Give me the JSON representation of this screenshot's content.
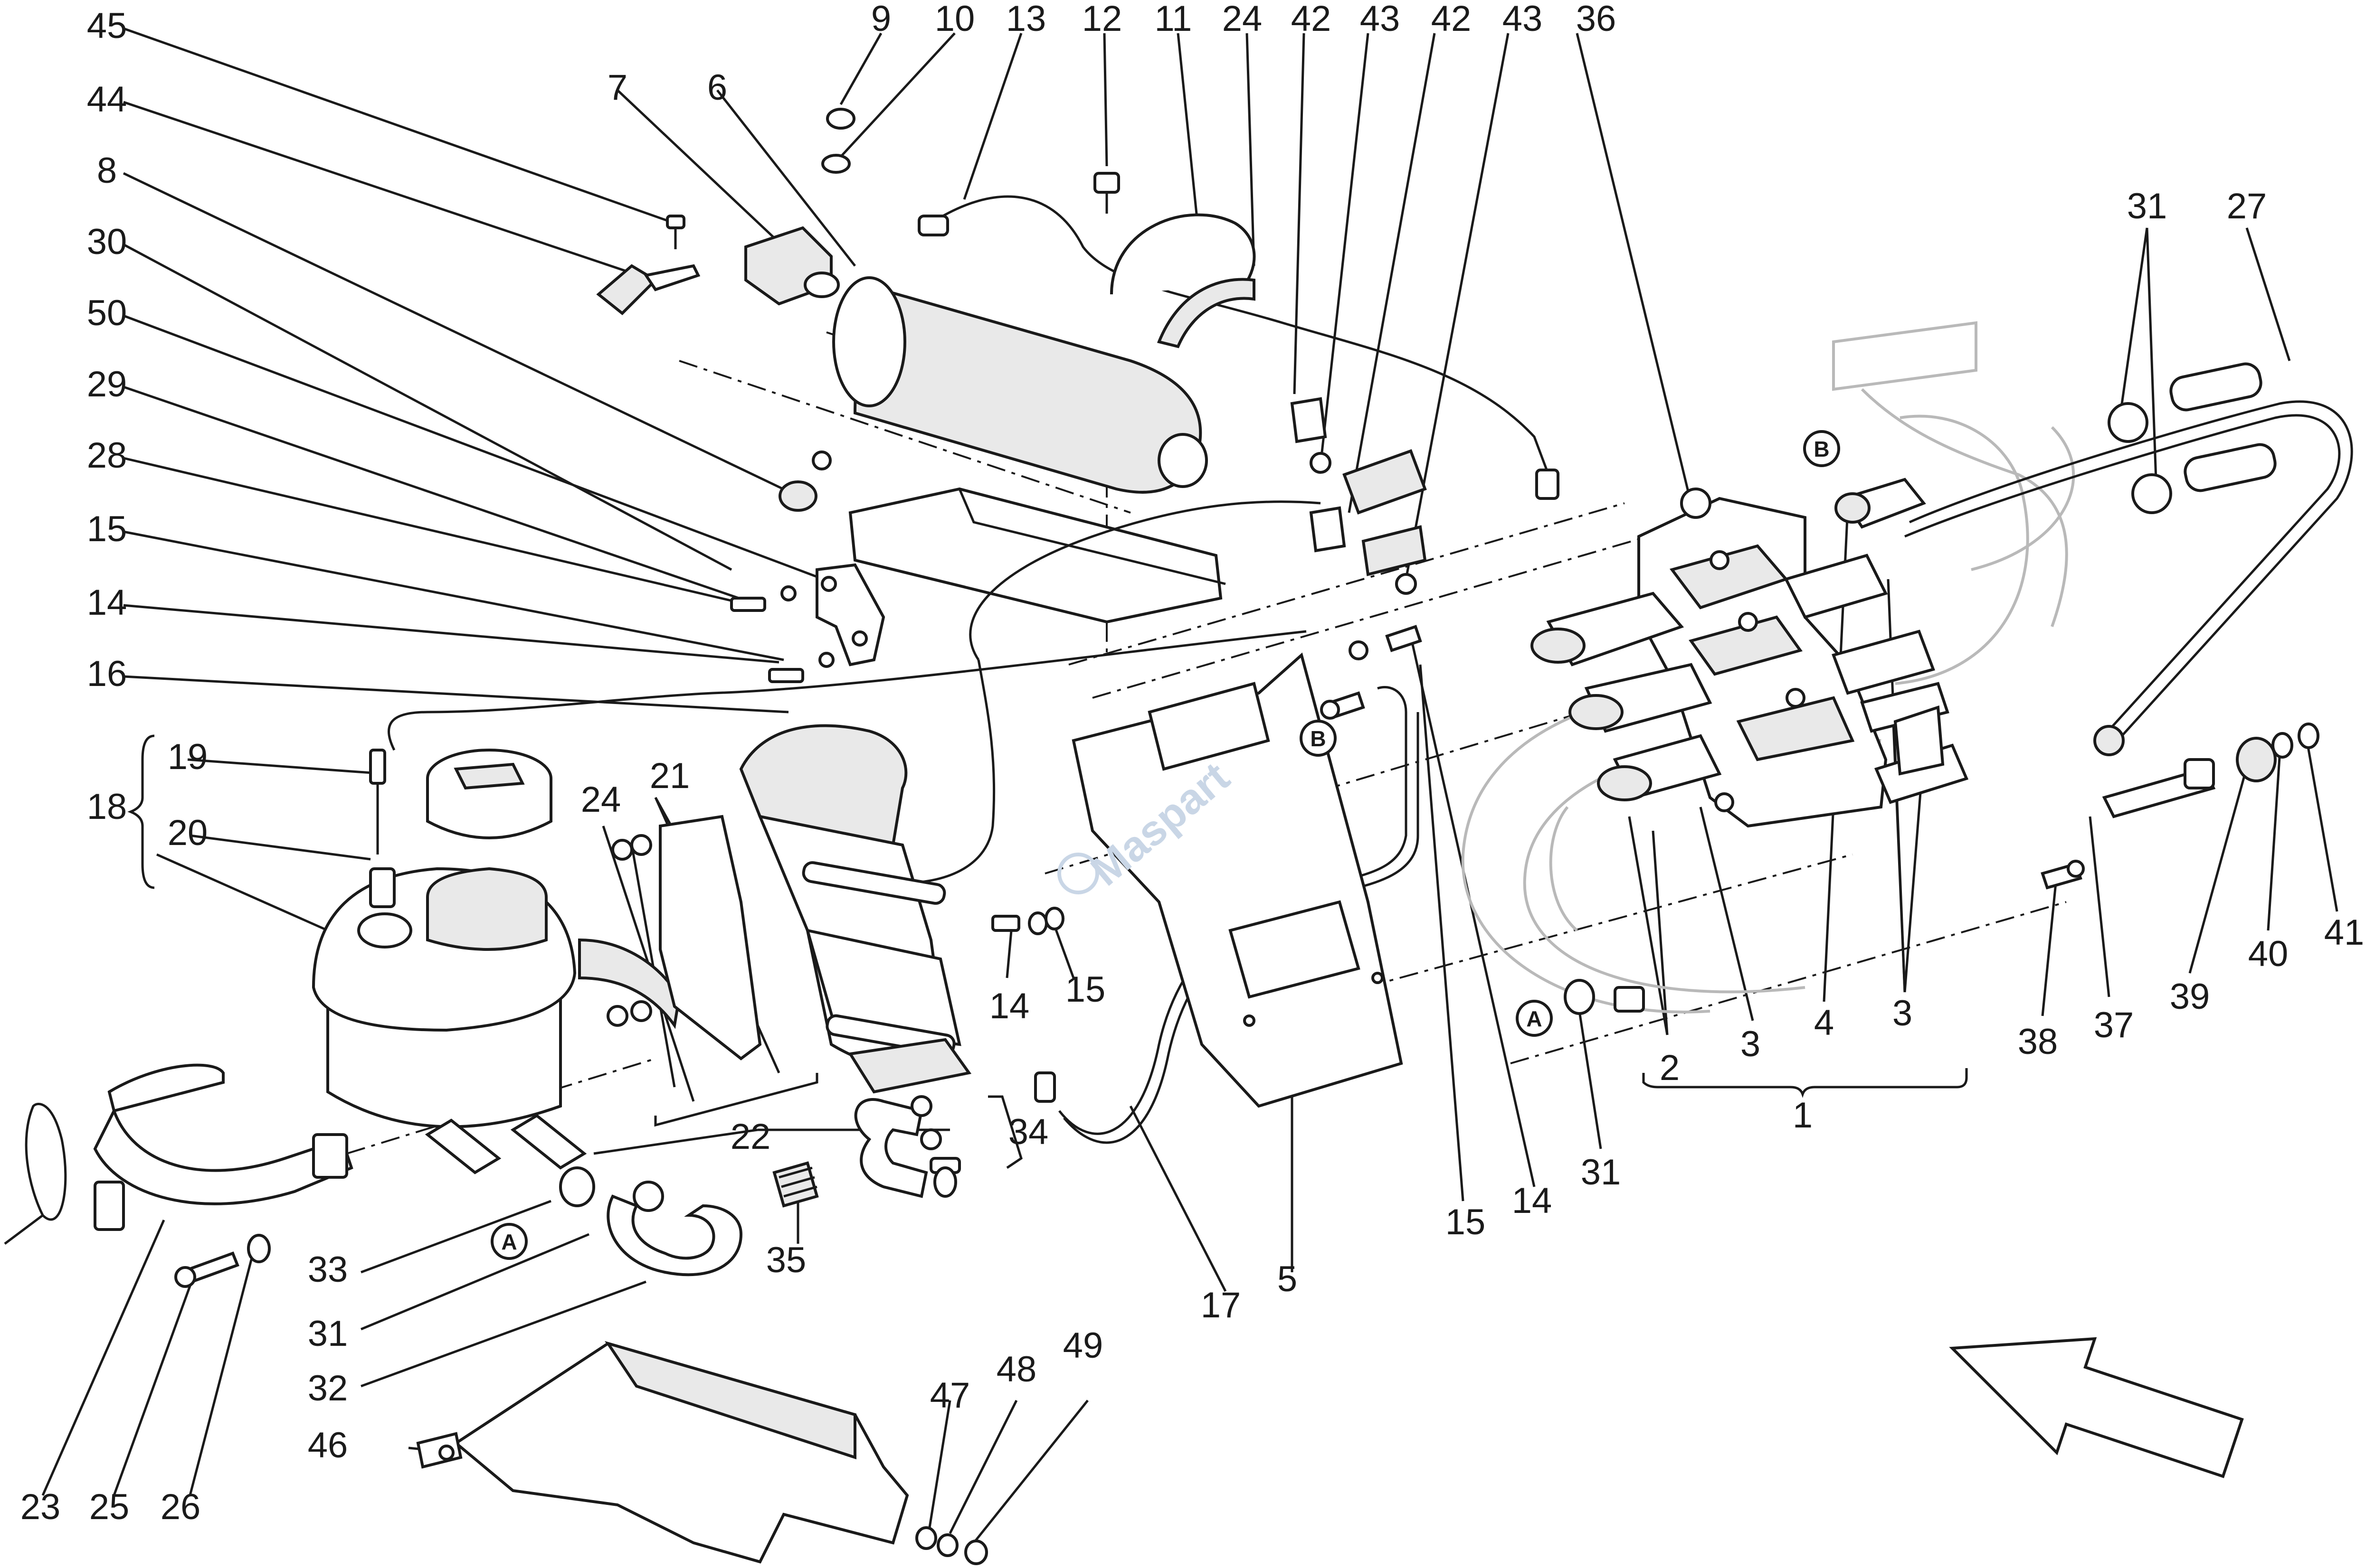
{
  "diagram": {
    "labels": {
      "l45": "45",
      "l44": "44",
      "l8": "8",
      "l30": "30",
      "l50": "50",
      "l29": "29",
      "l28": "28",
      "l15a": "15",
      "l14a": "14",
      "l16": "16",
      "l18": "18",
      "l19": "19",
      "l20": "20",
      "l7": "7",
      "l6": "6",
      "l9": "9",
      "l10": "10",
      "l13": "13",
      "l12": "12",
      "l11": "11",
      "l24a": "24",
      "l42a": "42",
      "l43a": "43",
      "l42b": "42",
      "l43b": "43",
      "l36": "36",
      "l31a": "31",
      "l27": "27",
      "l24b": "24",
      "l21": "21",
      "l22": "22",
      "l34": "34",
      "l14b": "14",
      "l15b": "15",
      "l33": "33",
      "l31b": "31",
      "l32": "32",
      "l35": "35",
      "l46": "46",
      "l23": "23",
      "l25": "25",
      "l26": "26",
      "l47": "47",
      "l48": "48",
      "l49": "49",
      "l17": "17",
      "l5": "5",
      "l15c": "15",
      "l14c": "14",
      "l31c": "31",
      "l2": "2",
      "l3a": "3",
      "l4": "4",
      "l3b": "3",
      "l1": "1",
      "l38": "38",
      "l37": "37",
      "l39": "39",
      "l40": "40",
      "l41": "41"
    },
    "callouts": {
      "a1": "A",
      "a2": "A",
      "b1": "B",
      "b2": "B"
    },
    "watermark": "Maspart"
  }
}
